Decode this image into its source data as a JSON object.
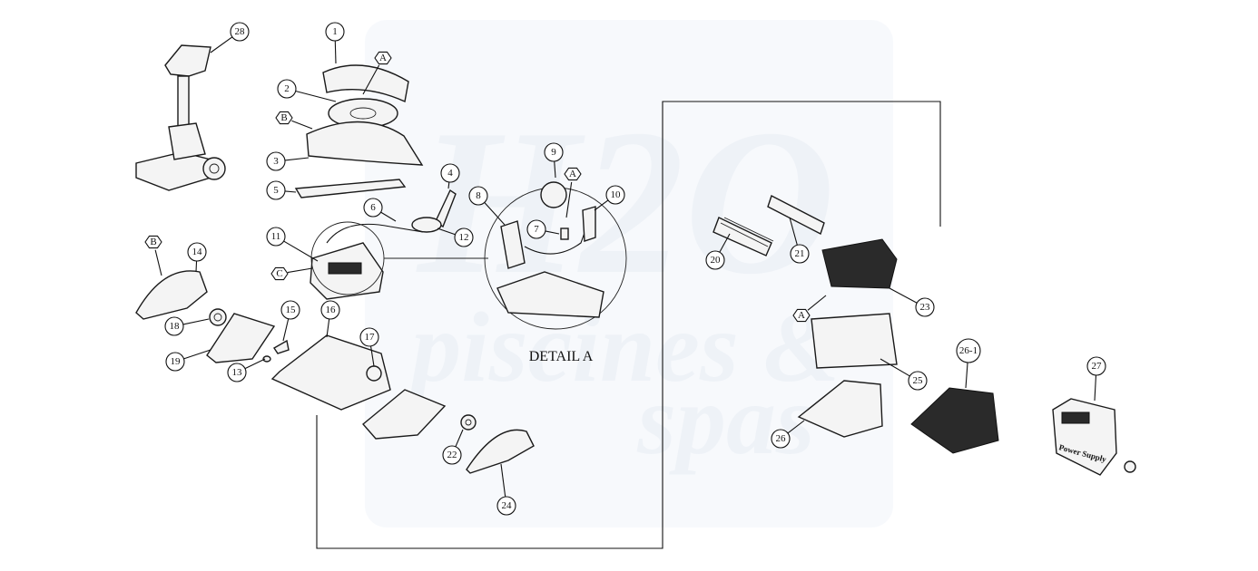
{
  "detail_label": "DETAIL A",
  "watermark": {
    "logo": "H2O",
    "line1": "piscines &",
    "line2": "spas"
  },
  "callouts": [
    {
      "id": "c1",
      "label": "1"
    },
    {
      "id": "c2",
      "label": "2"
    },
    {
      "id": "c3",
      "label": "3"
    },
    {
      "id": "c4",
      "label": "4"
    },
    {
      "id": "c5",
      "label": "5"
    },
    {
      "id": "c6",
      "label": "6"
    },
    {
      "id": "c7",
      "label": "7"
    },
    {
      "id": "c8",
      "label": "8"
    },
    {
      "id": "c9",
      "label": "9"
    },
    {
      "id": "c10",
      "label": "10"
    },
    {
      "id": "c11",
      "label": "11"
    },
    {
      "id": "c12",
      "label": "12"
    },
    {
      "id": "c13",
      "label": "13"
    },
    {
      "id": "c14",
      "label": "14"
    },
    {
      "id": "c15",
      "label": "15"
    },
    {
      "id": "c16",
      "label": "16"
    },
    {
      "id": "c17",
      "label": "17"
    },
    {
      "id": "c18",
      "label": "18"
    },
    {
      "id": "c19",
      "label": "19"
    },
    {
      "id": "c20",
      "label": "20"
    },
    {
      "id": "c21",
      "label": "21"
    },
    {
      "id": "c22",
      "label": "22"
    },
    {
      "id": "c23",
      "label": "23"
    },
    {
      "id": "c24",
      "label": "24"
    },
    {
      "id": "c25",
      "label": "25"
    },
    {
      "id": "c26",
      "label": "26"
    },
    {
      "id": "c26_1",
      "label": "26-1"
    },
    {
      "id": "c27",
      "label": "27"
    },
    {
      "id": "c28",
      "label": "28"
    }
  ],
  "hex_markers": [
    {
      "id": "hA1",
      "label": "A"
    },
    {
      "id": "hB1",
      "label": "B"
    },
    {
      "id": "hA2",
      "label": "A"
    },
    {
      "id": "hB2",
      "label": "B"
    },
    {
      "id": "hC1",
      "label": "C"
    },
    {
      "id": "hA3",
      "label": "A"
    }
  ],
  "power_supply_label": "Power Supply"
}
